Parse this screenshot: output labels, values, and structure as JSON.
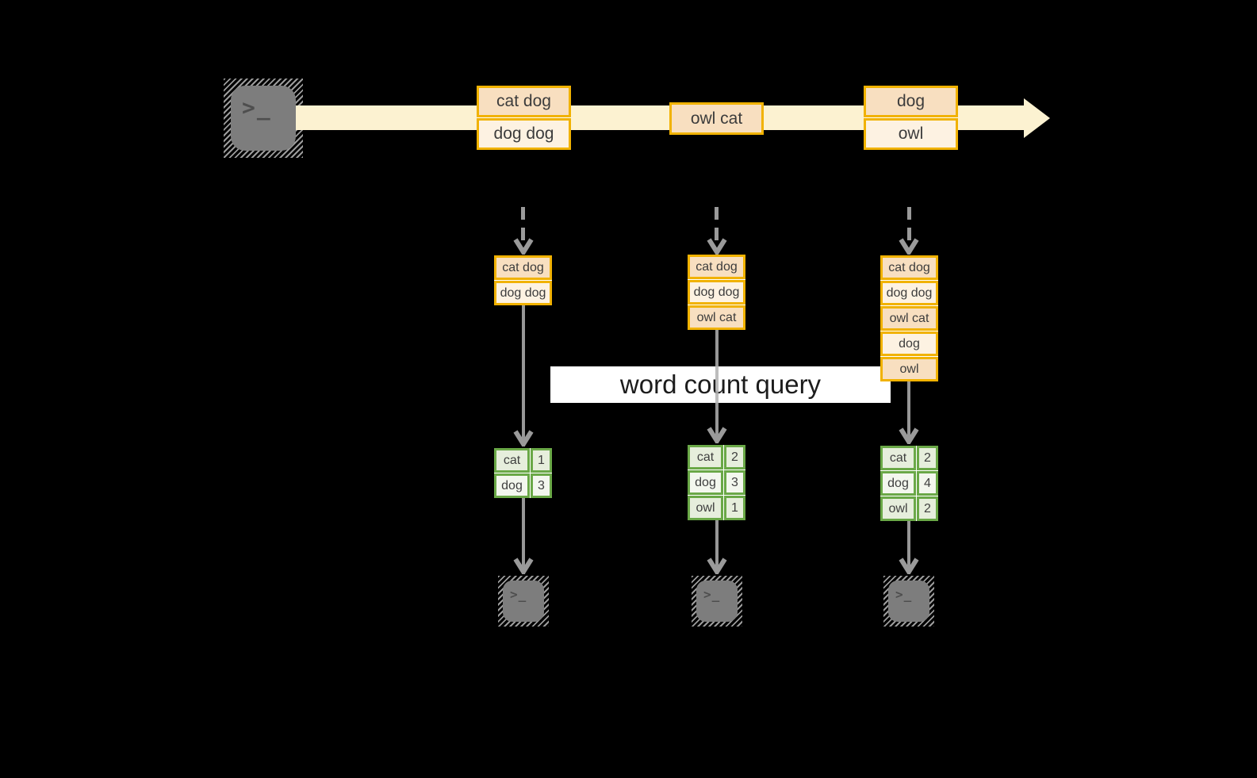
{
  "colors": {
    "background": "#000000",
    "stream_arrow": "#fcf2d1",
    "event_border": "#f1b200",
    "event_fill_dark": "#f8dfc0",
    "event_fill_light": "#fdf2e2",
    "table_border": "#6aa847",
    "table_fill_dark": "#e6eedc",
    "table_fill_light": "#f3f7ee",
    "connector_gray": "#9a9a9a",
    "terminal_gray": "#7d7d7d"
  },
  "icons": {
    "terminal_glyph": ">_"
  },
  "banner": {
    "label": "word count query"
  },
  "stream": {
    "events": [
      {
        "lines": [
          "cat dog",
          "dog dog"
        ]
      },
      {
        "lines": [
          "owl cat"
        ]
      },
      {
        "lines": [
          "dog",
          "owl"
        ]
      }
    ]
  },
  "columns": [
    {
      "batch": [
        "cat dog",
        "dog dog"
      ],
      "counts": [
        {
          "word": "cat",
          "count": "1"
        },
        {
          "word": "dog",
          "count": "3"
        }
      ]
    },
    {
      "batch": [
        "cat dog",
        "dog dog",
        "owl cat"
      ],
      "counts": [
        {
          "word": "cat",
          "count": "2"
        },
        {
          "word": "dog",
          "count": "3"
        },
        {
          "word": "owl",
          "count": "1"
        }
      ]
    },
    {
      "batch": [
        "cat dog",
        "dog dog",
        "owl cat",
        "dog",
        "owl"
      ],
      "counts": [
        {
          "word": "cat",
          "count": "2"
        },
        {
          "word": "dog",
          "count": "4"
        },
        {
          "word": "owl",
          "count": "2"
        }
      ]
    }
  ]
}
